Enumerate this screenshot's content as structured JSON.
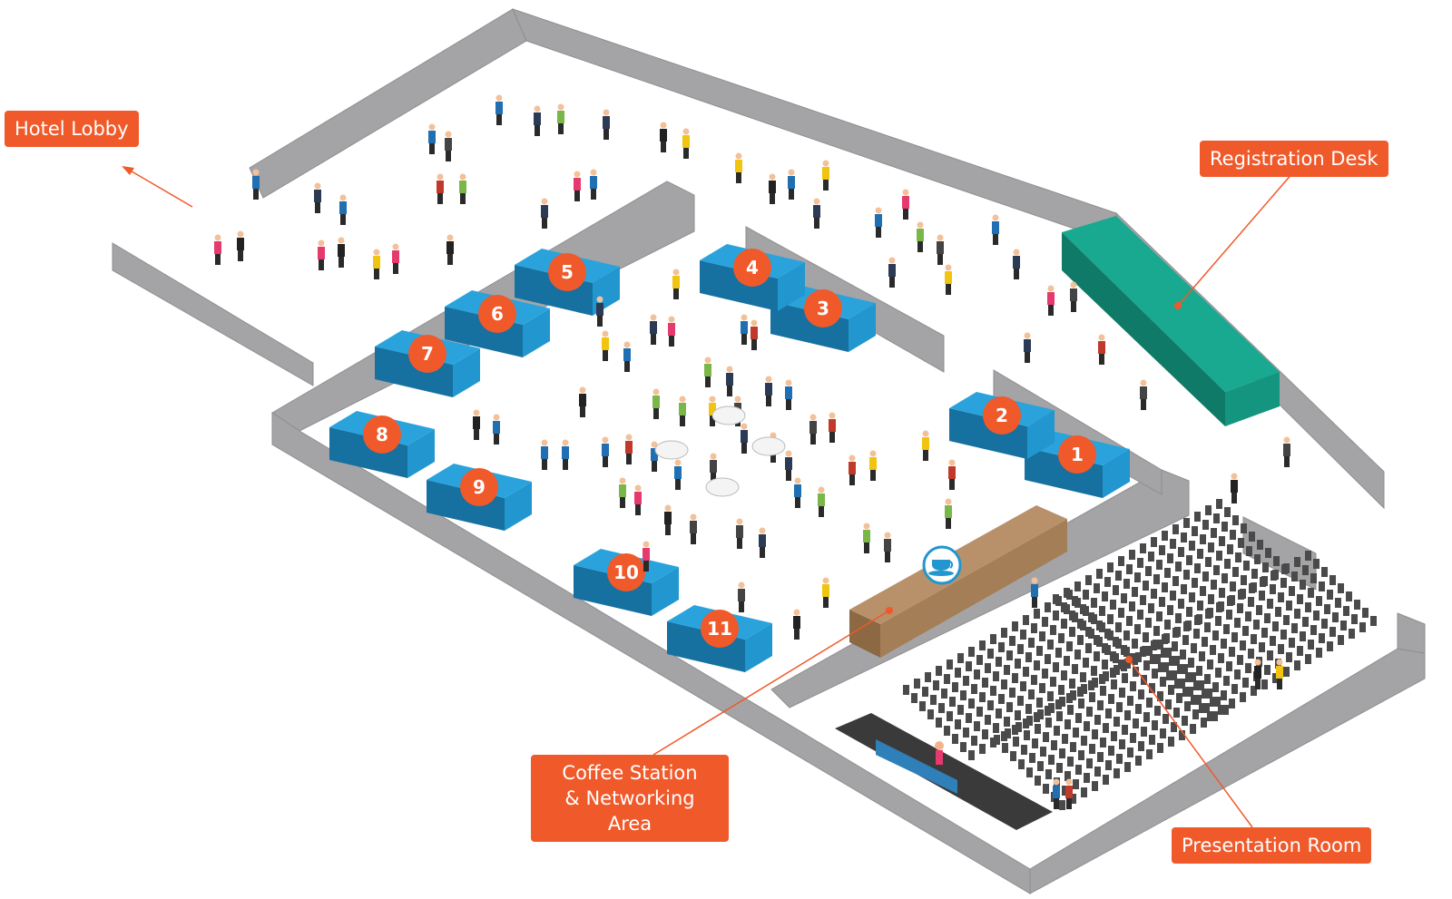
{
  "labels": {
    "hotel_lobby": "Hotel Lobby",
    "registration_desk": "Registration Desk",
    "coffee_line1": "Coffee Station",
    "coffee_line2": "& Networking Area",
    "presentation_room": "Presentation Room"
  },
  "booths": [
    {
      "number": "1"
    },
    {
      "number": "2"
    },
    {
      "number": "3"
    },
    {
      "number": "4"
    },
    {
      "number": "5"
    },
    {
      "number": "6"
    },
    {
      "number": "7"
    },
    {
      "number": "8"
    },
    {
      "number": "9"
    },
    {
      "number": "10"
    },
    {
      "number": "11"
    }
  ],
  "icons": {
    "coffee": "coffee-cup-icon"
  },
  "colors": {
    "callout": "#f0592a",
    "booth": "#2196cf",
    "booth_dark": "#1670a0",
    "wall": "#a4a4a6",
    "wall_top": "#c9c9cb",
    "registration": "#14957f",
    "coffee_bar": "#a47e57",
    "stage": "#3a3a3a",
    "chair": "#4a4a4a"
  }
}
